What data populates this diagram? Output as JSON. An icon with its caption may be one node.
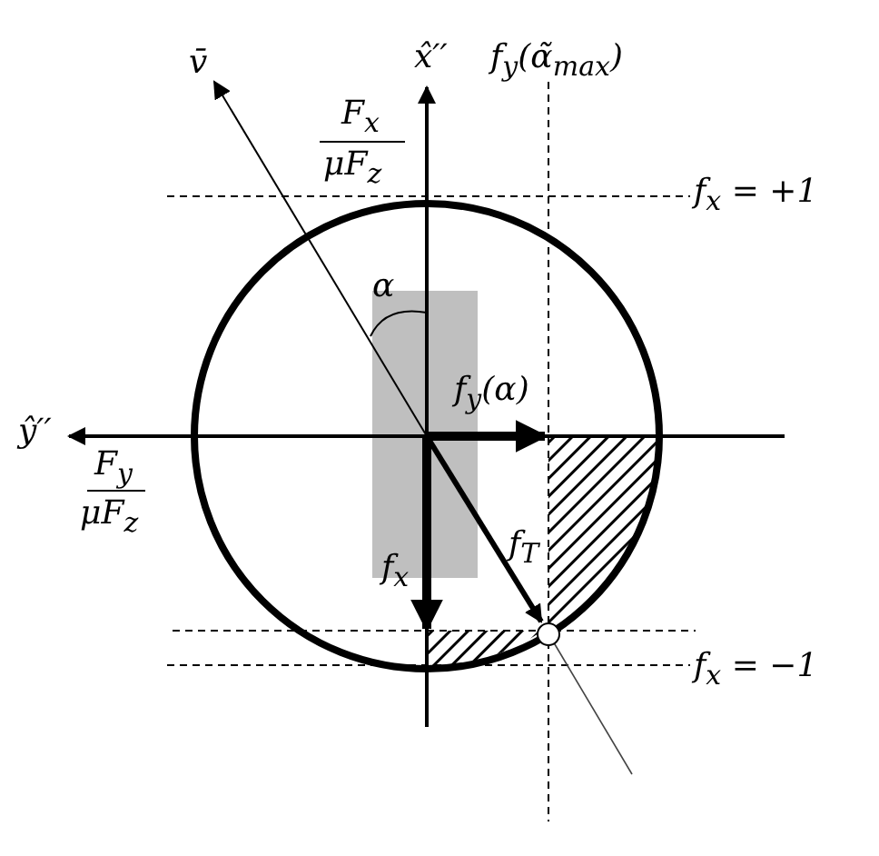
{
  "diagram": {
    "labels": [
      "v̄",
      "x̂′′",
      "f$_{y}$(α̃$_{max}$)",
      "F$_{x}$",
      "μF$_{z}$",
      "f$_{x}$ = +1",
      "α",
      "ŷ′′",
      "f$_{y}$(α)",
      "F$_{y}$",
      "μF$_{z}$",
      "f$_{T}$",
      "f$_{x}$",
      "f$_{x}$ = −1"
    ]
  }
}
